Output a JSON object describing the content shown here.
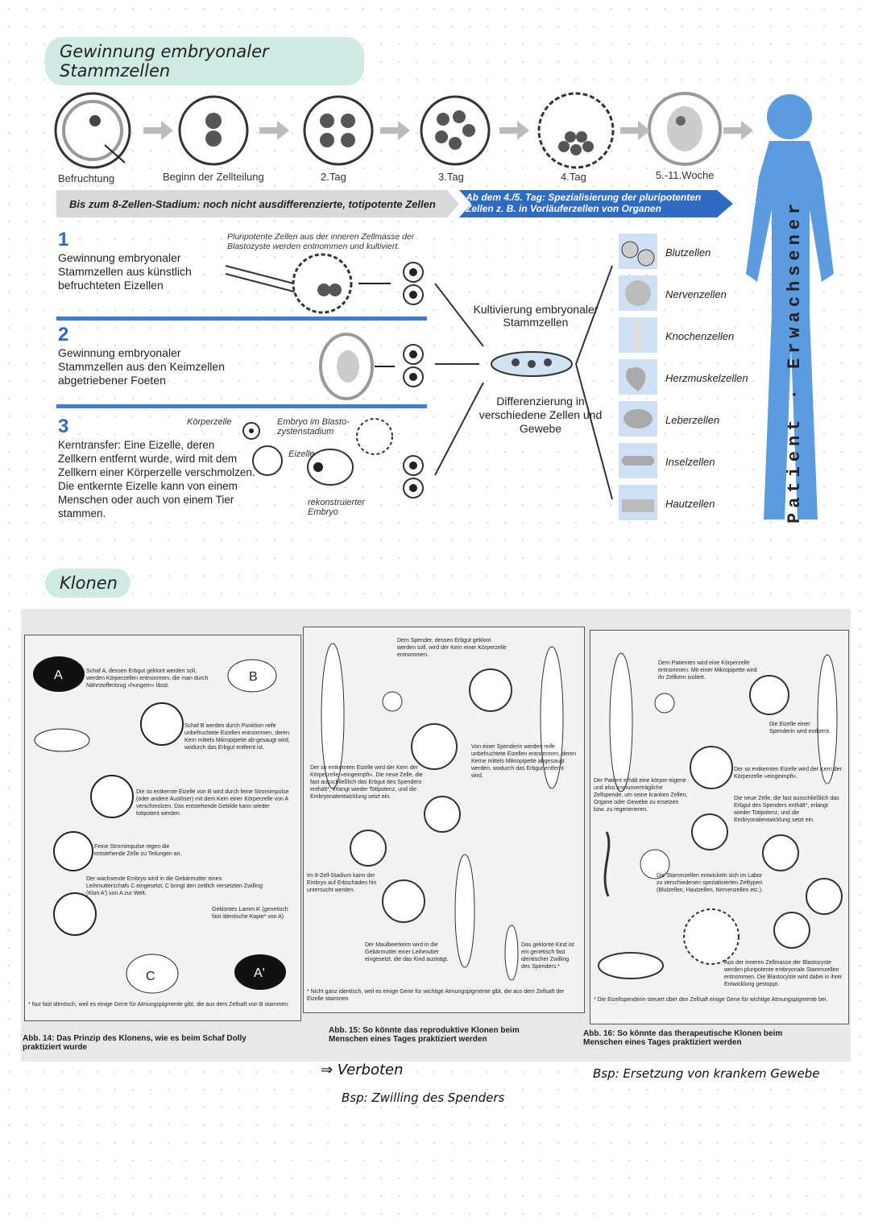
{
  "title1": "Gewinnung embryonaler Stammzellen",
  "stages": [
    "Befruchtung",
    "Beginn der Zellteilung",
    "2.Tag",
    "3.Tag",
    "4.Tag",
    "5.-11.Woche"
  ],
  "band_left": "Bis zum 8-Zellen-Stadium: noch nicht ausdifferenzierte, totipotente Zellen",
  "band_right": "Ab dem 4./5. Tag: Spezialisierung der pluripotenten Zellen z. B. in Vorläuferzellen von Organen",
  "methods": [
    {
      "num": "1",
      "text": "Gewinnung embryonaler Stammzellen aus künstlich befruchteten Eizellen",
      "note": "Pluripotente Zellen aus der inneren Zellmasse der Blastozyste werden entnommen und kultiviert."
    },
    {
      "num": "2",
      "text": "Gewinnung embryonaler Stammzellen aus den Keimzellen abgetriebener Foeten"
    },
    {
      "num": "3",
      "text": "Kerntransfer: Eine Eizelle, deren Zellkern entfernt wurde, wird mit dem Zellkern einer Körperzelle verschmolzen. Die entkernte Eizelle kann von einem Menschen oder auch von einem Tier stammen.",
      "labels": [
        "Körperzelle",
        "Embryo im Blasto-zystenstadium",
        "Eizelle",
        "rekonstruierter Embryo"
      ]
    }
  ],
  "culture": "Kultivierung embryonaler Stammzellen",
  "differentiation": "Differenzierung in verschiedene Zellen und Gewebe",
  "cell_types": [
    "Blutzellen",
    "Nervenzellen",
    "Knochenzellen",
    "Herzmuskelzellen",
    "Leberzellen",
    "Inselzellen",
    "Hautzellen"
  ],
  "patient": "Patient · Erwachsener",
  "title2": "Klonen",
  "panel1": {
    "t1": "Schaf A, dessen Erbgut geklont werden soll, werden Körperzellen entnommen, die man durch Nährstoffentzug »hungern« lässt.",
    "t2": "Schaf B werden durch Punktion reife unbefruchtete Eizellen entnommen, deren Kern mittels Mikropipette ab-gesaugt wird, wodurch das Erbgut entfernt ist.",
    "t3": "Die so entkernte Eizelle von B wird durch feine Stromimpulse (oder andere Auslöser) mit dem Kern einer Körperzelle von A verschmolzen. Das entstehende Gebilde kann wieder totipotent werden.",
    "t4": "Feine Stromimpulse regen die entstehende Zelle zu Teilungen an.",
    "t5": "Der wachsende Embryo wird in die Gebärmutter eines Leihmutterschafs C eingesetzt. C bringt den zeitlich versetzten Zwilling (Klon A') von A zur Welt.",
    "t6": "Geklontes Lamm A' (genetisch fast identische Kopie* von A)",
    "foot": "* Nur fast identisch, weil es einige Gene für Atmungspigmente gibt, die aus dem Zellsaft von B stammen.",
    "caption": "Abb. 14: Das Prinzip des Klonens, wie es beim Schaf Dolly praktiziert wurde"
  },
  "panel2": {
    "t1": "Dem Spender, dessen Erbgut geklont werden soll, wird der Kern einer Körperzelle entnommen.",
    "t2": "Der so entkernten Eizelle wird der Kern der Körperzelle »eingeimpft«. Die neue Zelle, die fast ausschließlich das Erbgut des Spenders enthält*, erlangt wieder Totipotenz, und die Embryonalentwicklung setzt ein.",
    "t3": "Von einer Spenderin werden reife unbefruchtete Eizellen entnommen, deren Kerne mittels Mikropipette abgesaugt werden, wodurch das Erbgut entfernt wird.",
    "t4": "Im 8-Zell-Stadium kann der Embryo auf Erbschäden hin untersucht werden.",
    "t5": "Der Maulbeerkeim wird in die Gebärmutter einer Leihmutter eingesetzt, die das Kind austrägt.",
    "t6": "Das geklonte Kind ist ein genetisch fast identischer Zwilling des Spenders.*",
    "foot": "* Nicht ganz identisch, weil es einige Gene für wichtige Atmungspigmente gibt, die aus dem Zellsaft der Eizelle stammen",
    "caption": "Abb. 15: So könnte das reproduktive Klonen beim Menschen eines Tages praktiziert werden"
  },
  "panel3": {
    "t1": "Dem Patienten wird eine Körperzelle entnommen. Mit einer Mikropipette wird ihr Zellkern isoliert.",
    "t2": "Die Eizelle einer Spenderin wird entkernt.",
    "t3": "Der Patient erhält eine körper-eigene und also immunverträgliche Zellspende, um seine kranken Zellen, Organe oder Gewebe zu ersetzen bzw. zu regenerieren.",
    "t4": "Der so entkernten Eizelle wird der Kern der Körperzelle »eingeimpft«.",
    "t5": "Die neue Zelle, die fast ausschließlich das Erbgut des Spenders enthält*, erlangt wieder Totipotenz, und die Embryonalentwicklung setzt ein.",
    "t6": "Die Stammzellen entwickeln sich im Labor zu verschiedenen spezialisierten Zelltypen (Blutzellen, Hautzellen, Nervenzellen etc.).",
    "t7": "Aus der inneren Zellmasse der Blastocyste werden pluripotente embryonale Stammzellen entnommen. Die Blastocyste wird dabei in ihrer Entwicklung gestoppt.",
    "foot": "* Die Eizellspenderin steuert über den Zellsaft einige Gene für wichtige Atmungspigmente bei.",
    "caption": "Abb. 16: So könnte das therapeutische Klonen beim Menschen eines Tages praktiziert werden"
  },
  "notes": {
    "n1": "⇒ Verboten",
    "n2": "Bsp: Zwilling des Spenders",
    "n3": "Bsp: Ersetzung von krankem Gewebe"
  }
}
